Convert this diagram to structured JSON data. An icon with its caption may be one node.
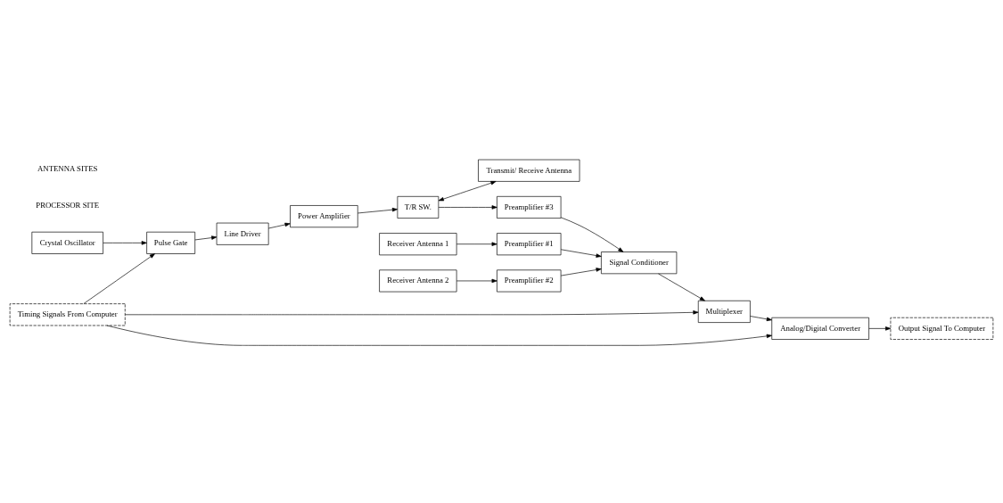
{
  "diagram": {
    "nodes": [
      {
        "text": [
          "Crystal Oscillator"
        ]
      },
      {
        "text": [
          "Timing Signals From Computer"
        ]
      },
      {
        "text": [
          "Pulse Gate"
        ]
      },
      {
        "text": [
          "Line Driver"
        ]
      },
      {
        "text": [
          "Power Amplifier"
        ]
      },
      {
        "text": [
          "T/R SW."
        ]
      },
      {
        "text": [
          "Transmit/ Receive Antenna"
        ]
      },
      {
        "text": [
          "Preamplifier #3"
        ]
      },
      {
        "text": [
          "Analog/Digital Converter"
        ]
      },
      {
        "text": [
          "Multiplexer"
        ]
      },
      {
        "text": [
          "Signal Conditioner"
        ]
      },
      {
        "text": [
          "Preamplifier #1"
        ]
      },
      {
        "text": [
          "Receiver Antenna 1"
        ]
      },
      {
        "text": [
          "Output Signal To Computer"
        ]
      },
      {
        "text": [
          "Preamplifier #2"
        ]
      },
      {
        "text": [
          "Receiver Antenna 2"
        ]
      }
    ],
    "edges": [
      {
        "from": 0,
        "to": 2,
        "arrow": "to"
      },
      {
        "from": 1,
        "to": 2,
        "arrow": "to"
      },
      {
        "from": 2,
        "to": 3,
        "arrow": "to"
      },
      {
        "from": 3,
        "to": 4,
        "arrow": "to"
      },
      {
        "from": 4,
        "to": 5,
        "arrow": "to"
      },
      {
        "from": 5,
        "to": 6,
        "arrow": "both"
      },
      {
        "from": 5,
        "to": 7,
        "arrow": "to"
      },
      {
        "from": 7,
        "to": 10,
        "arrow": "to"
      },
      {
        "from": 1,
        "to": 8,
        "arrow": "to"
      },
      {
        "from": 1,
        "to": 9,
        "arrow": "to"
      },
      {
        "from": 9,
        "to": 8,
        "arrow": "to"
      },
      {
        "from": 10,
        "to": 9,
        "arrow": "to"
      },
      {
        "from": 12,
        "to": 11,
        "arrow": "to"
      },
      {
        "from": 11,
        "to": 10,
        "arrow": "to"
      },
      {
        "from": 15,
        "to": 14,
        "arrow": "to"
      },
      {
        "from": 14,
        "to": 10,
        "arrow": "to"
      },
      {
        "from": 8,
        "to": 13,
        "arrow": "to"
      }
    ],
    "labels": [
      "PROCESSOR SITE",
      "ANTENNA SITES"
    ]
  }
}
